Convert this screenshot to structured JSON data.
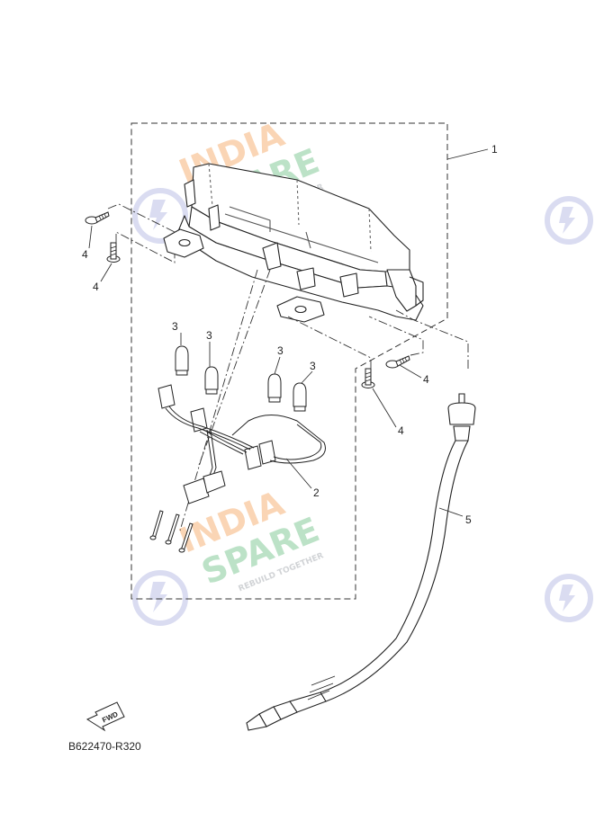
{
  "callouts": {
    "c1": "1",
    "c2": "2",
    "c3a": "3",
    "c3b": "3",
    "c3c": "3",
    "c3d": "3",
    "c4a": "4",
    "c4b": "4",
    "c4c": "4",
    "c4d": "4",
    "c5": "5"
  },
  "fwd_label": "FWD",
  "diagram_code": "B622470-R320",
  "watermark": {
    "line1": "INDIA",
    "line2": "SPARE",
    "tagline": "REBUILD TOGETHER",
    "color_orange": "#f5a35c",
    "color_green": "#6cbf84",
    "color_logo": "#c9cdea"
  }
}
